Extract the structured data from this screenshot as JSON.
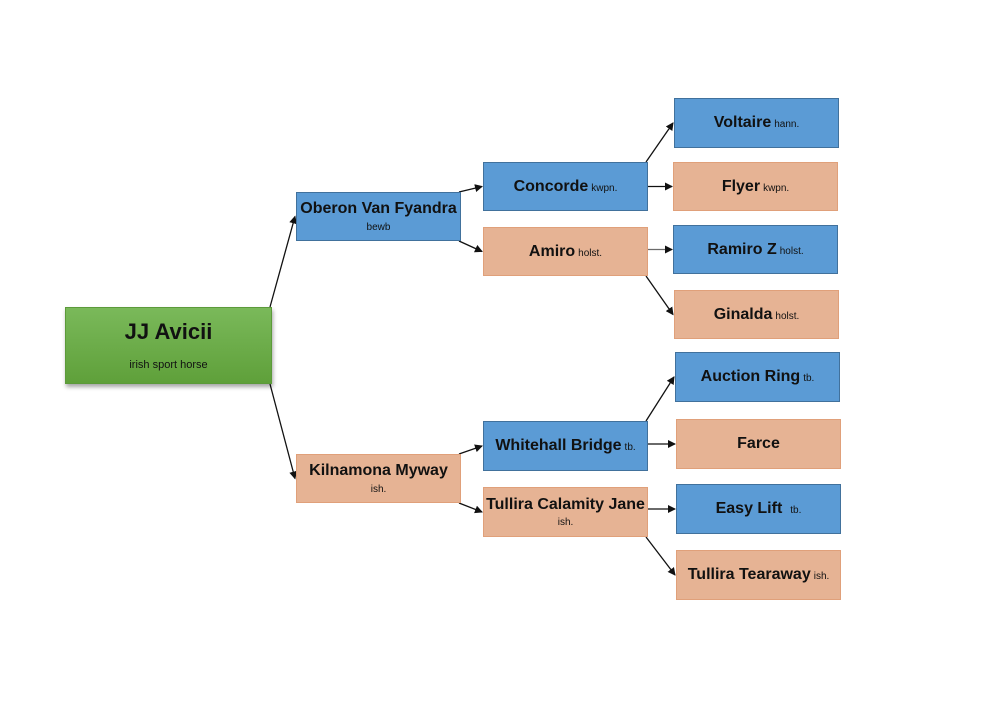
{
  "title": "JJ Avicii pedigree",
  "colors": {
    "sire": "#5b9bd5",
    "dam": "#e6b394",
    "subject": "#6aae47",
    "connector": "#111111",
    "connector_alt": "#6b6b6b"
  },
  "subject": {
    "name": "JJ Avicii",
    "breed": "irish sport horse"
  },
  "generation1": [
    {
      "name": "Oberon Van Fyandra",
      "breed": "bewb",
      "sex": "sire"
    },
    {
      "name": "Kilnamona Myway",
      "breed": "ish.",
      "sex": "dam"
    }
  ],
  "generation2": [
    {
      "name": "Concorde",
      "breed": "kwpn.",
      "sex": "sire"
    },
    {
      "name": "Amiro",
      "breed": "holst.",
      "sex": "dam"
    },
    {
      "name": "Whitehall Bridge",
      "breed": "tb.",
      "sex": "sire"
    },
    {
      "name": "Tullira Calamity Jane",
      "breed": "ish.",
      "sex": "dam"
    }
  ],
  "generation3": [
    {
      "name": "Voltaire",
      "breed": "hann.",
      "sex": "sire"
    },
    {
      "name": "Flyer",
      "breed": "kwpn.",
      "sex": "dam"
    },
    {
      "name": "Ramiro Z",
      "breed": "holst.",
      "sex": "sire"
    },
    {
      "name": "Ginalda",
      "breed": "holst.",
      "sex": "dam"
    },
    {
      "name": "Auction Ring",
      "breed": "tb.",
      "sex": "sire"
    },
    {
      "name": "Farce",
      "breed": "",
      "sex": "dam"
    },
    {
      "name": "Easy Lift",
      "breed": "tb.",
      "sex": "sire"
    },
    {
      "name": "Tullira Tearaway",
      "breed": "ish.",
      "sex": "dam"
    }
  ],
  "edges": [
    {
      "from": "subject",
      "to": "generation1.0"
    },
    {
      "from": "subject",
      "to": "generation1.1"
    },
    {
      "from": "generation1.0",
      "to": "generation2.0"
    },
    {
      "from": "generation1.0",
      "to": "generation2.1"
    },
    {
      "from": "generation1.1",
      "to": "generation2.2"
    },
    {
      "from": "generation1.1",
      "to": "generation2.3"
    },
    {
      "from": "generation2.0",
      "to": "generation3.0"
    },
    {
      "from": "generation2.0",
      "to": "generation3.1"
    },
    {
      "from": "generation2.1",
      "to": "generation3.2"
    },
    {
      "from": "generation2.1",
      "to": "generation3.3"
    },
    {
      "from": "generation2.2",
      "to": "generation3.4"
    },
    {
      "from": "generation2.2",
      "to": "generation3.5"
    },
    {
      "from": "generation2.3",
      "to": "generation3.6"
    },
    {
      "from": "generation2.3",
      "to": "generation3.7"
    }
  ]
}
